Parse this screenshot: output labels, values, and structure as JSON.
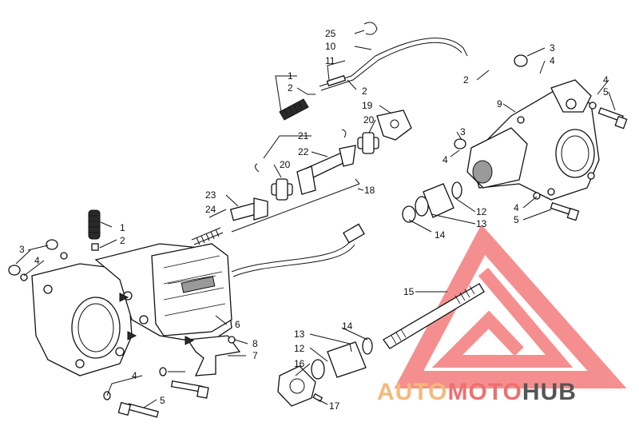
{
  "diagram": {
    "callouts": {
      "c1a": "1",
      "c1b": "1",
      "c2a": "2",
      "c2b": "2",
      "c2c": "2",
      "c2d": "2",
      "c3a": "3",
      "c3b": "3",
      "c3c": "3",
      "c4a": "4",
      "c4b": "4",
      "c4c": "4",
      "c4d": "4",
      "c4e": "4",
      "c4f": "4",
      "c5a": "5",
      "c5b": "5",
      "c5c": "5",
      "c6": "6",
      "c7": "7",
      "c8": "8",
      "c9": "9",
      "c10": "10",
      "c11": "11",
      "c12a": "12",
      "c12b": "12",
      "c13a": "13",
      "c13b": "13",
      "c14a": "14",
      "c14b": "14",
      "c15": "15",
      "c16": "16",
      "c17": "17",
      "c18": "18",
      "c19": "19",
      "c20a": "20",
      "c20b": "20",
      "c21": "21",
      "c22": "22",
      "c23": "23",
      "c24": "24",
      "c25": "25"
    }
  },
  "watermark": {
    "part1": "AUTO",
    "part2": "MOTO",
    "part3": "HUB",
    "color_light": "#f5b97a",
    "color_red": "#ef6f6f",
    "color_gray": "#555555",
    "logo_color": "#f47c7c"
  }
}
